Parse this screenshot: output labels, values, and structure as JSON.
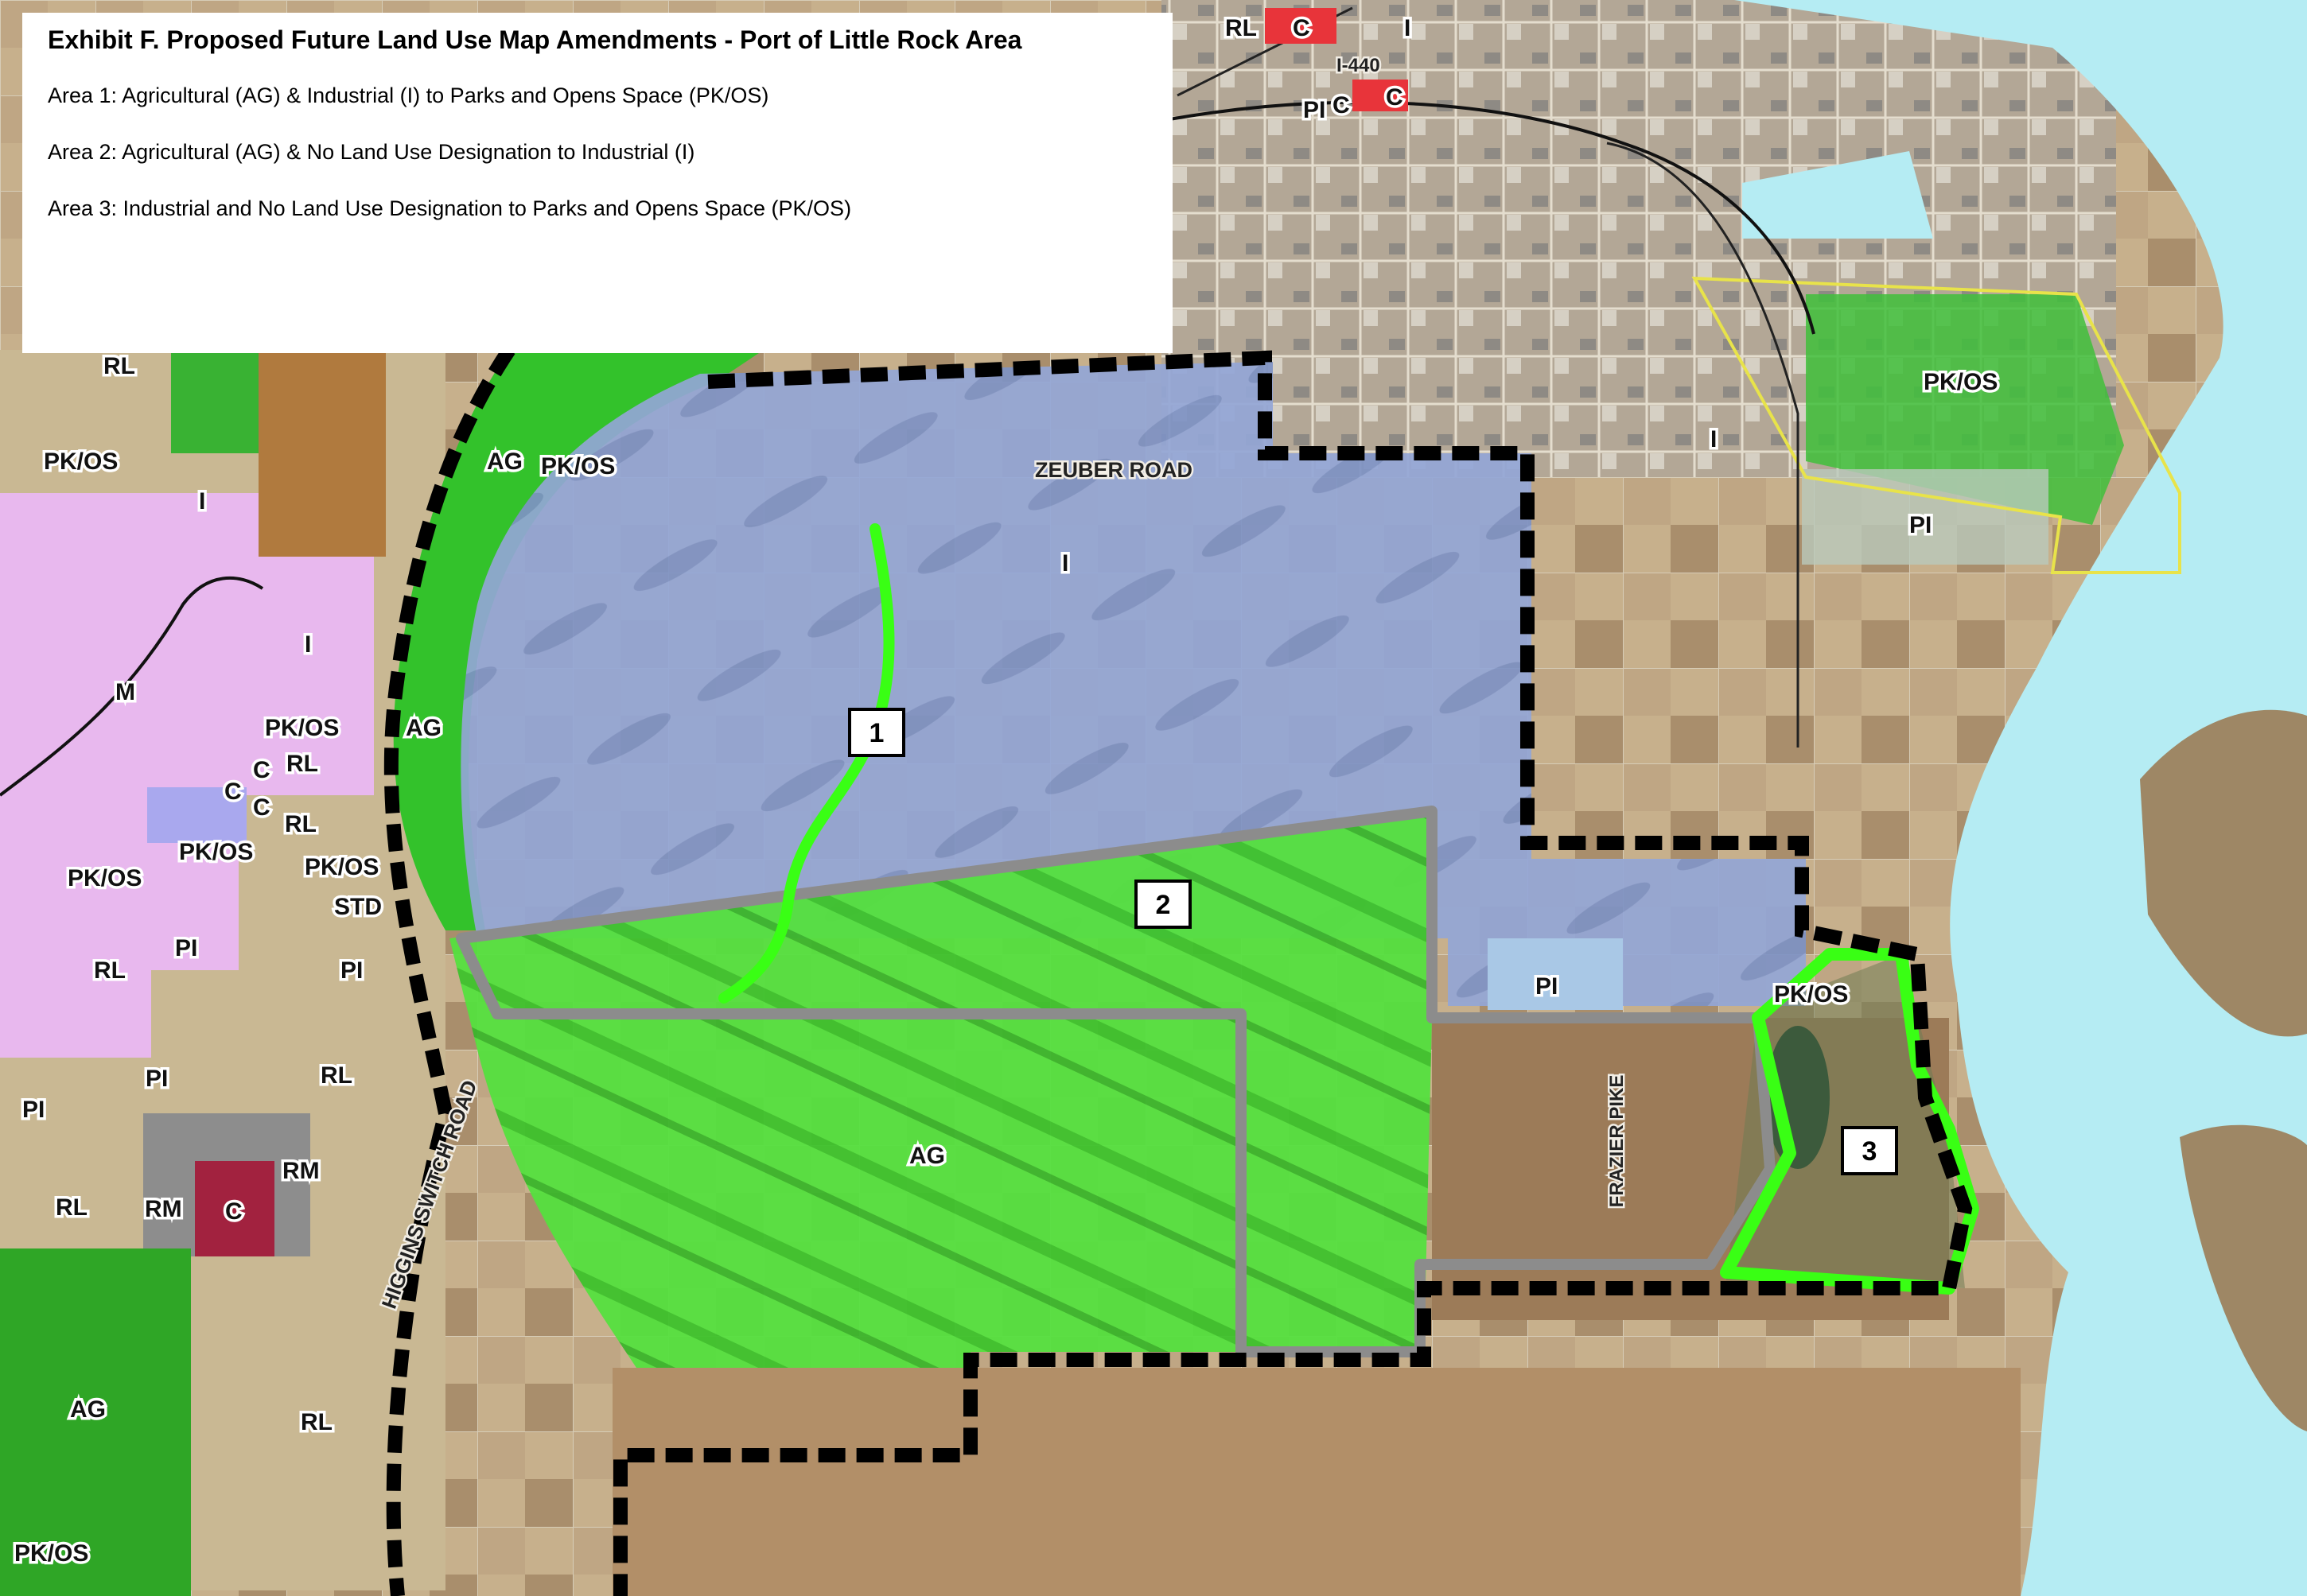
{
  "legend": {
    "title": "Exhibit F.   Proposed Future Land Use Map Amendments - Port of Little Rock Area",
    "items": [
      "Area 1:  Agricultural (AG) & Industrial (I) to Parks and Opens Space (PK/OS)",
      "Area 2:  Agricultural (AG) & No Land Use Designation to Industrial (I)",
      "Area 3:  Industrial and No Land Use Designation to Parks and Opens Space (PK/OS)"
    ]
  },
  "areas": {
    "area1": "1",
    "area2": "2",
    "area3": "3"
  },
  "roads": {
    "zeuber": "ZEUBER ROAD",
    "higgins": "HIGGINS SWITCH ROAD",
    "frazier": "FRAZIER PIKE",
    "interstate": "I-440"
  },
  "land_use_labels": {
    "rl_top": "RL",
    "c_top1": "C",
    "i_top": "I",
    "pi_top": "PI",
    "c_top2": "C",
    "c_top3": "C",
    "rl_left1": "RL",
    "pkos_left1": "PK/OS",
    "i_left1": "I",
    "ag_north": "AG",
    "pkos_north": "PK/OS",
    "i_center": "I",
    "i_left2": "I",
    "m_left": "M",
    "pkos_left2": "PK/OS",
    "ag_left": "AG",
    "c_l1": "C",
    "rl_l1": "RL",
    "c_l2": "C",
    "c_l3": "C",
    "rl_l2": "RL",
    "pkos_left3": "PK/OS",
    "pkos_left4": "PK/OS",
    "pkos_left5": "PK/OS",
    "std": "STD",
    "rl_l3": "RL",
    "pi_l1": "PI",
    "pi_l2": "PI",
    "pi_l3": "PI",
    "pi_l4": "PI",
    "rl_l4": "RL",
    "rm_l1": "RM",
    "rl_l5": "RL",
    "rm_l2": "RM",
    "c_l4": "C",
    "ag_sw": "AG",
    "rl_sw": "RL",
    "pkos_sw": "PK/OS",
    "ag_center": "AG",
    "pi_center": "PI",
    "pkos_area3": "PK/OS",
    "pkos_ne": "PK/OS",
    "i_ne": "I",
    "pi_ne": "PI"
  },
  "colors": {
    "industrial": "#8fa3d6",
    "agricultural": "#4fdf3a",
    "agricultural_dark": "#2fa626",
    "mixed_pink": "#e8b8ee",
    "river": "#b5ecf3",
    "area_outline_gray": "#8c8c8c",
    "area_outline_green": "#39ff14",
    "boundary": "#000000",
    "commercial": "#e8343a"
  }
}
